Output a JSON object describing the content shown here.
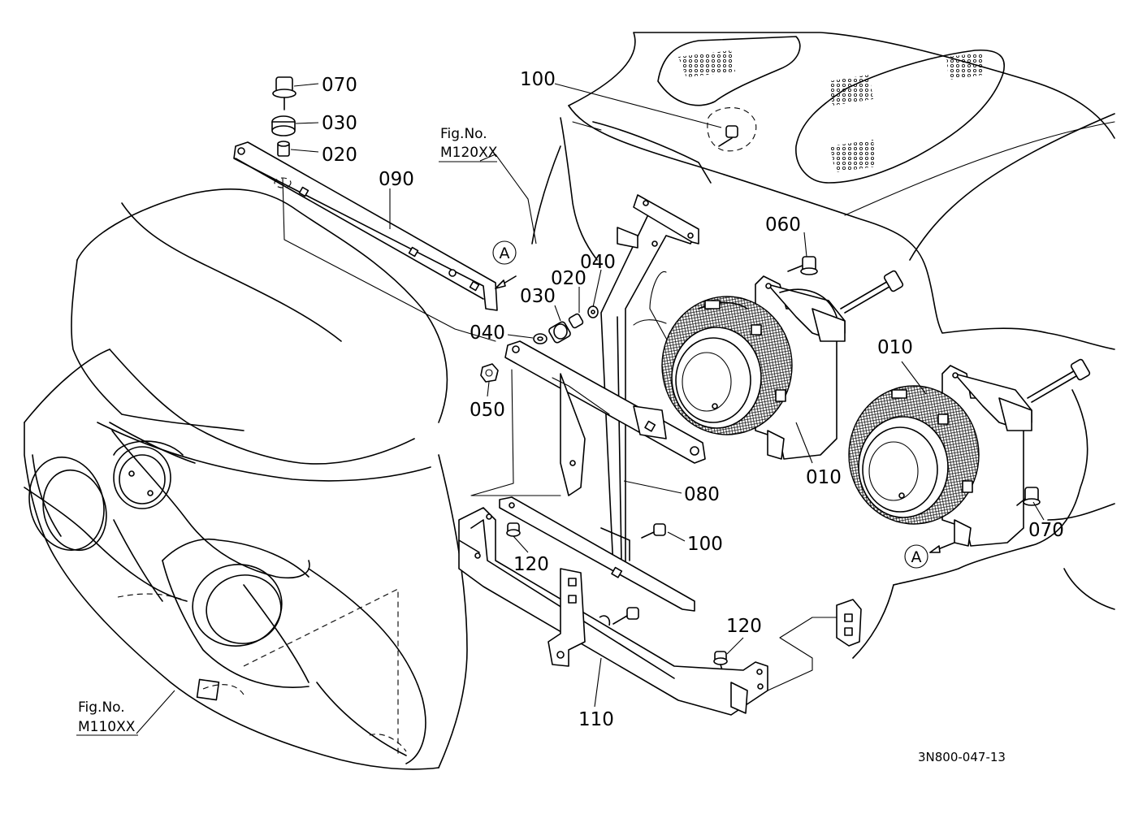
{
  "diagram": {
    "drawing_code": "3N800-047-13",
    "figure_refs": [
      {
        "line1": "Fig.No.",
        "line2": "M120XX"
      },
      {
        "line1": "Fig.No.",
        "line2": "M110XX"
      }
    ],
    "view_marker": "A",
    "callouts": [
      {
        "id": "c070a",
        "text": "070"
      },
      {
        "id": "c030a",
        "text": "030"
      },
      {
        "id": "c020a",
        "text": "020"
      },
      {
        "id": "c090",
        "text": "090"
      },
      {
        "id": "c100a",
        "text": "100"
      },
      {
        "id": "c060",
        "text": "060"
      },
      {
        "id": "c040a",
        "text": "040"
      },
      {
        "id": "c020b",
        "text": "020"
      },
      {
        "id": "c030b",
        "text": "030"
      },
      {
        "id": "c040b",
        "text": "040"
      },
      {
        "id": "c050",
        "text": "050"
      },
      {
        "id": "c010a",
        "text": "010"
      },
      {
        "id": "c010b",
        "text": "010"
      },
      {
        "id": "c080",
        "text": "080"
      },
      {
        "id": "c100b",
        "text": "100"
      },
      {
        "id": "c070b",
        "text": "070"
      },
      {
        "id": "c120a",
        "text": "120"
      },
      {
        "id": "c120b",
        "text": "120"
      },
      {
        "id": "c110",
        "text": "110"
      }
    ]
  }
}
